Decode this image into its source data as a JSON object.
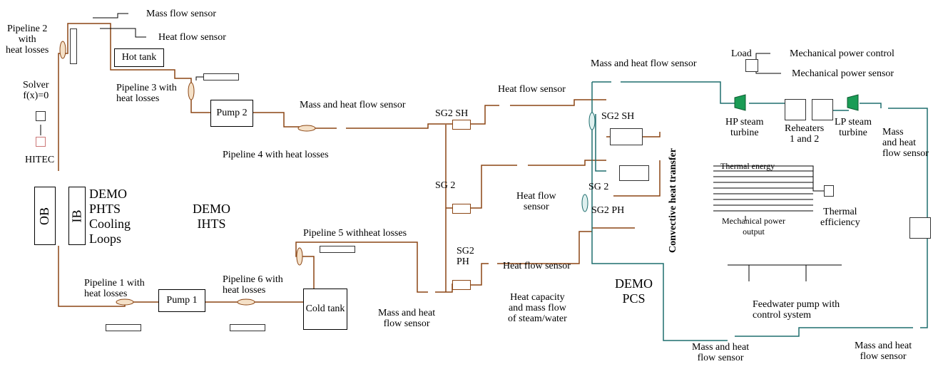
{
  "labels": {
    "mass_flow_sensor_top": "Mass flow sensor",
    "heat_flow_sensor_top": "Heat flow sensor",
    "pipeline2": "Pipeline 2\nwith\nheat losses",
    "hot_tank": "Hot tank",
    "solver": "Solver\nf(x)=0",
    "hitec": "HITEC",
    "pipeline3": "Pipeline 3 with\nheat losses",
    "pump2": "Pump 2",
    "mass_heat_sensor_ihts": "Mass and heat flow sensor",
    "pipeline4": "Pipeline 4 with heat losses",
    "ob": "OB",
    "ib": "IB",
    "demo_phts": "DEMO\nPHTS\nCooling\nLoops",
    "demo_ihts": "DEMO\nIHTS",
    "pipeline5": "Pipeline 5 withheat losses",
    "pipeline1": "Pipeline 1 with\nheat losses",
    "pump1": "Pump 1",
    "pipeline6": "Pipeline 6 with\nheat losses",
    "cold_tank": "Cold tank",
    "mass_heat_sensor_bottom": "Mass and heat\nflow sensor",
    "sg2_sh": "SG2 SH",
    "sg2": "SG 2",
    "sg2_ph": "SG2\nPH",
    "heat_flow_sensor_sh": "Heat flow sensor",
    "heat_flow_sensor_sg2": "Heat flow\nsensor",
    "heat_flow_sensor_ph": "Heat flow sensor",
    "heat_capacity": "Heat capacity\nand mass flow\nof steam/water",
    "mass_heat_sensor_pcs_top": "Mass and heat flow sensor",
    "sg2_sh_pcs": "SG2 SH",
    "sg2_pcs": "SG 2",
    "sg2_ph_pcs": "SG2 PH",
    "convective": "Convective heat transfer",
    "demo_pcs": "DEMO\nPCS",
    "load": "Load",
    "mech_power_control": "Mechanical power control",
    "mech_power_sensor": "Mechanical power sensor",
    "hp_turbine": "HP steam\nturbine",
    "reheaters": "Reheaters\n1 and 2",
    "lp_turbine": "LP steam\nturbine",
    "mass_heat_sensor_right": "Mass\nand heat\nflow sensor",
    "thermal_energy": "Thermal energy",
    "mech_power_output": "Mechanical power\noutput",
    "thermal_efficiency": "Thermal\nefficiency",
    "feedwater_pump": "Feedwater pump with\ncontrol system",
    "mass_heat_sensor_pcs_bl": "Mass and heat\nflow sensor",
    "mass_heat_sensor_pcs_br": "Mass and heat\nflow sensor"
  },
  "colors": {
    "ihts_pipe": "#8B4513",
    "pcs_pipe": "#1F6E6E",
    "ports": "#000000"
  }
}
